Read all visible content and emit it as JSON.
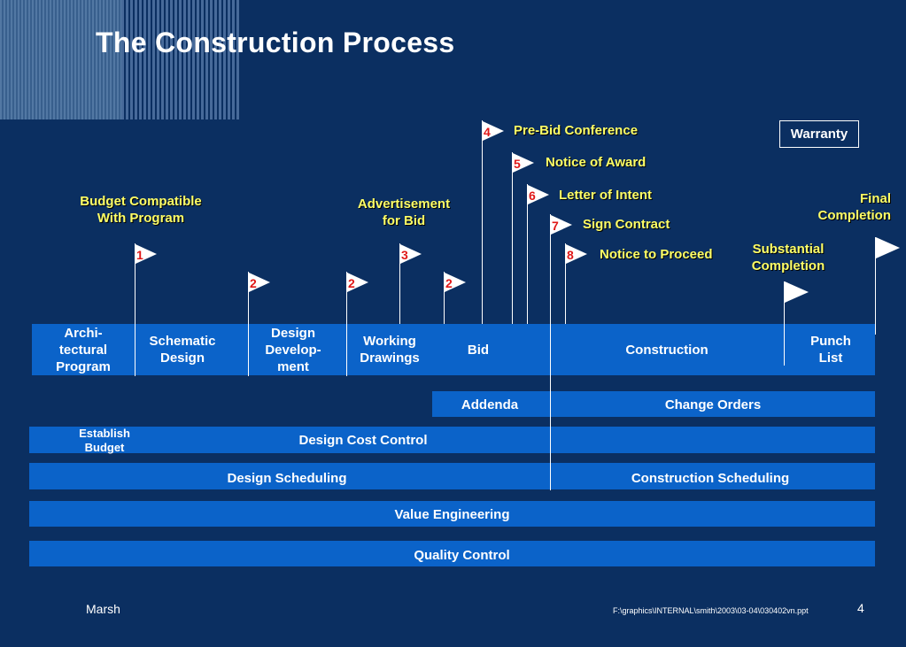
{
  "title": "The Construction Process",
  "warranty": "Warranty",
  "phases": {
    "archi_line1": "Archi-",
    "archi_line2": "tectural",
    "archi_line3": "Program",
    "schematic_line1": "Schematic",
    "schematic_line2": "Design",
    "design_dev_line1": "Design",
    "design_dev_line2": "Develop-",
    "design_dev_line3": "ment",
    "working_line1": "Working",
    "working_line2": "Drawings",
    "bid": "Bid",
    "construction": "Construction",
    "punch_line1": "Punch",
    "punch_line2": "List"
  },
  "bars": {
    "addenda": "Addenda",
    "change_orders": "Change Orders",
    "establish_line1": "Establish",
    "establish_line2": "Budget",
    "design_cost_control": "Design Cost Control",
    "design_scheduling": "Design Scheduling",
    "construction_scheduling": "Construction Scheduling",
    "value_engineering": "Value Engineering",
    "quality_control": "Quality Control"
  },
  "milestones": {
    "m1_number": "1",
    "m1_line1": "Budget Compatible",
    "m1_line2": "With Program",
    "m2a_number": "2",
    "m2b_number": "2",
    "m2c_number": "2",
    "m3_number": "3",
    "m3_line1": "Advertisement",
    "m3_line2": "for Bid",
    "m4_number": "4",
    "m4_label": "Pre-Bid Conference",
    "m5_number": "5",
    "m5_label": "Notice of Award",
    "m6_number": "6",
    "m6_label": "Letter of Intent",
    "m7_number": "7",
    "m7_label": "Sign Contract",
    "m8_number": "8",
    "m8_label": "Notice to Proceed",
    "substantial_line1": "Substantial",
    "substantial_line2": "Completion",
    "final_line1": "Final",
    "final_line2": "Completion"
  },
  "footer": {
    "author": "Marsh",
    "path": "F:\\graphics\\INTERNAL\\smith\\2003\\03-04\\030402vn.ppt",
    "page": "4"
  },
  "colors": {
    "background": "#0b2f61",
    "bar": "#0b63c9",
    "label_yellow": "#ffff66",
    "number_red": "#e01818"
  }
}
